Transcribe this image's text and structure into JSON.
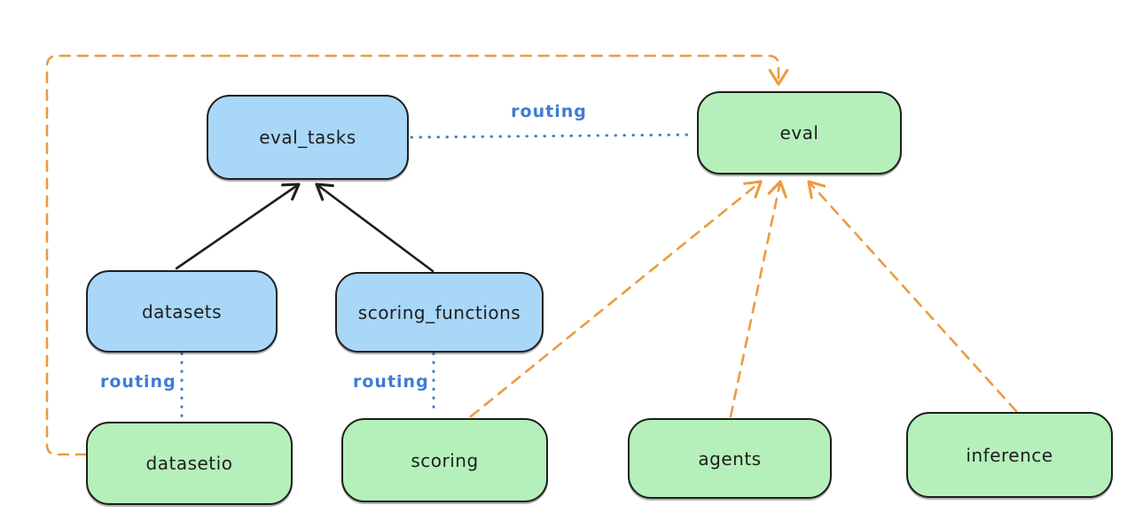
{
  "diagram": {
    "nodes": {
      "eval_tasks": {
        "label": "eval_tasks",
        "fill": "#a9d7f8"
      },
      "eval": {
        "label": "eval",
        "fill": "#b5f0ba"
      },
      "datasets": {
        "label": "datasets",
        "fill": "#a9d7f8"
      },
      "scoring_functions": {
        "label": "scoring_functions",
        "fill": "#a9d7f8"
      },
      "datasetio": {
        "label": "datasetio",
        "fill": "#b5f0ba"
      },
      "scoring": {
        "label": "scoring",
        "fill": "#b5f0ba"
      },
      "agents": {
        "label": "agents",
        "fill": "#b5f0ba"
      },
      "inference": {
        "label": "inference",
        "fill": "#b5f0ba"
      }
    },
    "edge_labels": {
      "eval_tasks_to_eval": "routing",
      "datasets_to_datasetio": "routing",
      "scoring_functions_to_scoring": "routing"
    },
    "edges": [
      {
        "from": "datasets",
        "to": "eval_tasks",
        "style": "solid-black-arrow"
      },
      {
        "from": "scoring_functions",
        "to": "eval_tasks",
        "style": "solid-black-arrow"
      },
      {
        "from": "eval_tasks",
        "to": "eval",
        "style": "dotted-blue",
        "label": "routing"
      },
      {
        "from": "datasets",
        "to": "datasetio",
        "style": "dotted-blue",
        "label": "routing"
      },
      {
        "from": "scoring_functions",
        "to": "scoring",
        "style": "dotted-blue",
        "label": "routing"
      },
      {
        "from": "datasetio",
        "to": "eval",
        "style": "dashed-orange-arrow"
      },
      {
        "from": "scoring",
        "to": "eval",
        "style": "dashed-orange-arrow"
      },
      {
        "from": "agents",
        "to": "eval",
        "style": "dashed-orange-arrow"
      },
      {
        "from": "inference",
        "to": "eval",
        "style": "dashed-orange-arrow"
      }
    ],
    "colors": {
      "box_blue_fill": "#a9d7f8",
      "box_green_fill": "#b5f0ba",
      "stroke_dark": "#1e1e1e",
      "edge_orange": "#ec9b40",
      "edge_blue": "#3f7cd2"
    }
  }
}
